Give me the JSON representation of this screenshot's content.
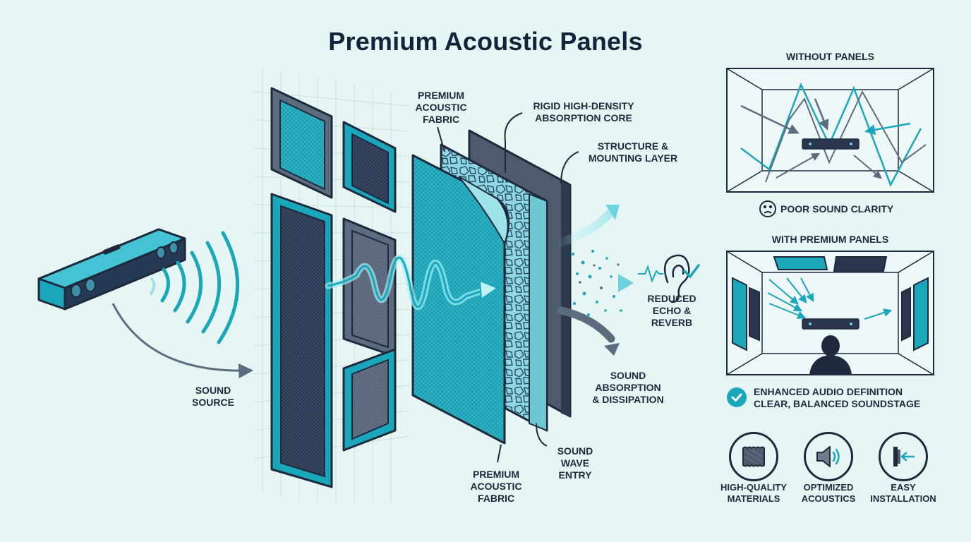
{
  "title": "Premium Acoustic Panels",
  "labels": {
    "fabric_top": [
      "PREMIUM",
      "ACOUSTIC",
      "FABRIC"
    ],
    "core": [
      "RIGID HIGH-DENSITY",
      "ABSORPTION CORE"
    ],
    "structure": [
      "STRUCTURE &",
      "MOUNTING LAYER"
    ],
    "sound_source": [
      "SOUND",
      "SOURCE"
    ],
    "reduced_echo": [
      "REDUCED",
      "ECHO &",
      "REVERB"
    ],
    "absorption": [
      "SOUND",
      "ABSORPTION",
      "& DISSIPATION"
    ],
    "fabric_bottom": [
      "PREMIUM",
      "ACOUSTIC",
      "FABRIC"
    ],
    "wave_entry": [
      "SOUND",
      "WAVE",
      "ENTRY"
    ]
  },
  "comparison": {
    "without_title": "WITHOUT PANELS",
    "without_result": "POOR SOUND CLARITY",
    "with_title": "WITH PREMIUM PANELS",
    "with_result_line1": "ENHANCED AUDIO DEFINITION",
    "with_result_line2": "CLEAR, BALANCED SOUNDSTAGE"
  },
  "features": [
    {
      "icon": "fabric-swatch-icon",
      "line1": "HIGH-QUALITY",
      "line2": "MATERIALS"
    },
    {
      "icon": "speaker-icon",
      "line1": "OPTIMIZED",
      "line2": "ACOUSTICS"
    },
    {
      "icon": "wall-mount-icon",
      "line1": "EASY",
      "line2": "INSTALLATION"
    }
  ],
  "colors": {
    "background": "#e6f6f5",
    "navy": "#1e2a3c",
    "teal": "#1aa7bb",
    "teal_light": "#6fd3df",
    "slate": "#5d6b7e"
  }
}
